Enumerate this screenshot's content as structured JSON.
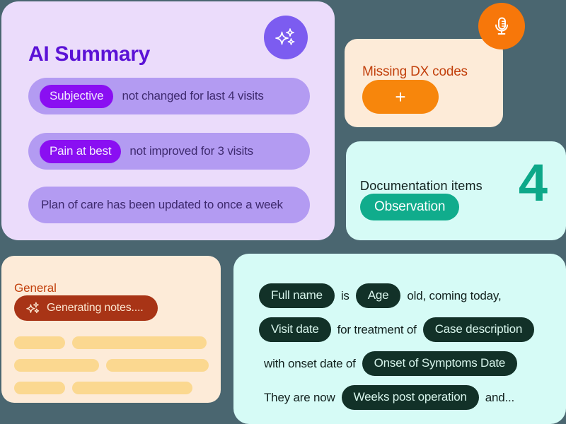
{
  "theme": {
    "page_bg": "#4a6670",
    "lavender_card_bg": "#EBDCFB",
    "lavender_row_bg": "#B39BF2",
    "purple_badge_bg": "#8A0FF2",
    "purple_title": "#5B12D6",
    "purple_text": "#3E2A6E",
    "cream_card_bg": "#FDEBD8",
    "orange_accent": "#F7860C",
    "orange_dark_text": "#C2400C",
    "rust_pill_bg": "#A83416",
    "skeleton_bar": "#FBD890",
    "teal_card_bg": "#D6FBF6",
    "teal_accent": "#10AC8C",
    "teal_count": "#0DA889",
    "dark_green_chip": "#123128",
    "chip_text": "#D8F5EC"
  },
  "ai_summary": {
    "title": "AI Summary",
    "sparkle_icon": "sparkles-icon",
    "rows": [
      {
        "badge": "Subjective",
        "text": "not changed for last 4 visits"
      },
      {
        "badge": "Pain at best",
        "text": "not improved for 3 visits"
      },
      {
        "badge": "",
        "text": "Plan of care has been updated to once a week"
      }
    ]
  },
  "missing_dx": {
    "title": "Missing DX codes",
    "add_label": "+",
    "mic_icon": "microphone-icon"
  },
  "documentation": {
    "title": "Documentation  items",
    "pill_label": "Observation",
    "count": "4"
  },
  "general": {
    "title": "General",
    "generating_label": "Generating notes....",
    "generating_icon": "sparkles-icon",
    "skeleton_rows": [
      [
        72,
        190
      ],
      [
        120,
        145
      ],
      [
        72,
        170
      ]
    ]
  },
  "template": {
    "lines": [
      [
        {
          "type": "chip",
          "text": "Full name"
        },
        {
          "type": "word",
          "text": "is"
        },
        {
          "type": "chip",
          "text": "Age"
        },
        {
          "type": "word",
          "text": "old, coming today,"
        }
      ],
      [
        {
          "type": "chip",
          "text": "Visit date"
        },
        {
          "type": "word",
          "text": "for treatment of"
        },
        {
          "type": "chip",
          "text": "Case description"
        }
      ],
      [
        {
          "type": "word",
          "text": "with onset date of"
        },
        {
          "type": "chip",
          "text": "Onset of Symptoms Date"
        }
      ],
      [
        {
          "type": "word",
          "text": "They are now"
        },
        {
          "type": "chip",
          "text": "Weeks post operation"
        },
        {
          "type": "word",
          "text": "and..."
        }
      ]
    ]
  }
}
